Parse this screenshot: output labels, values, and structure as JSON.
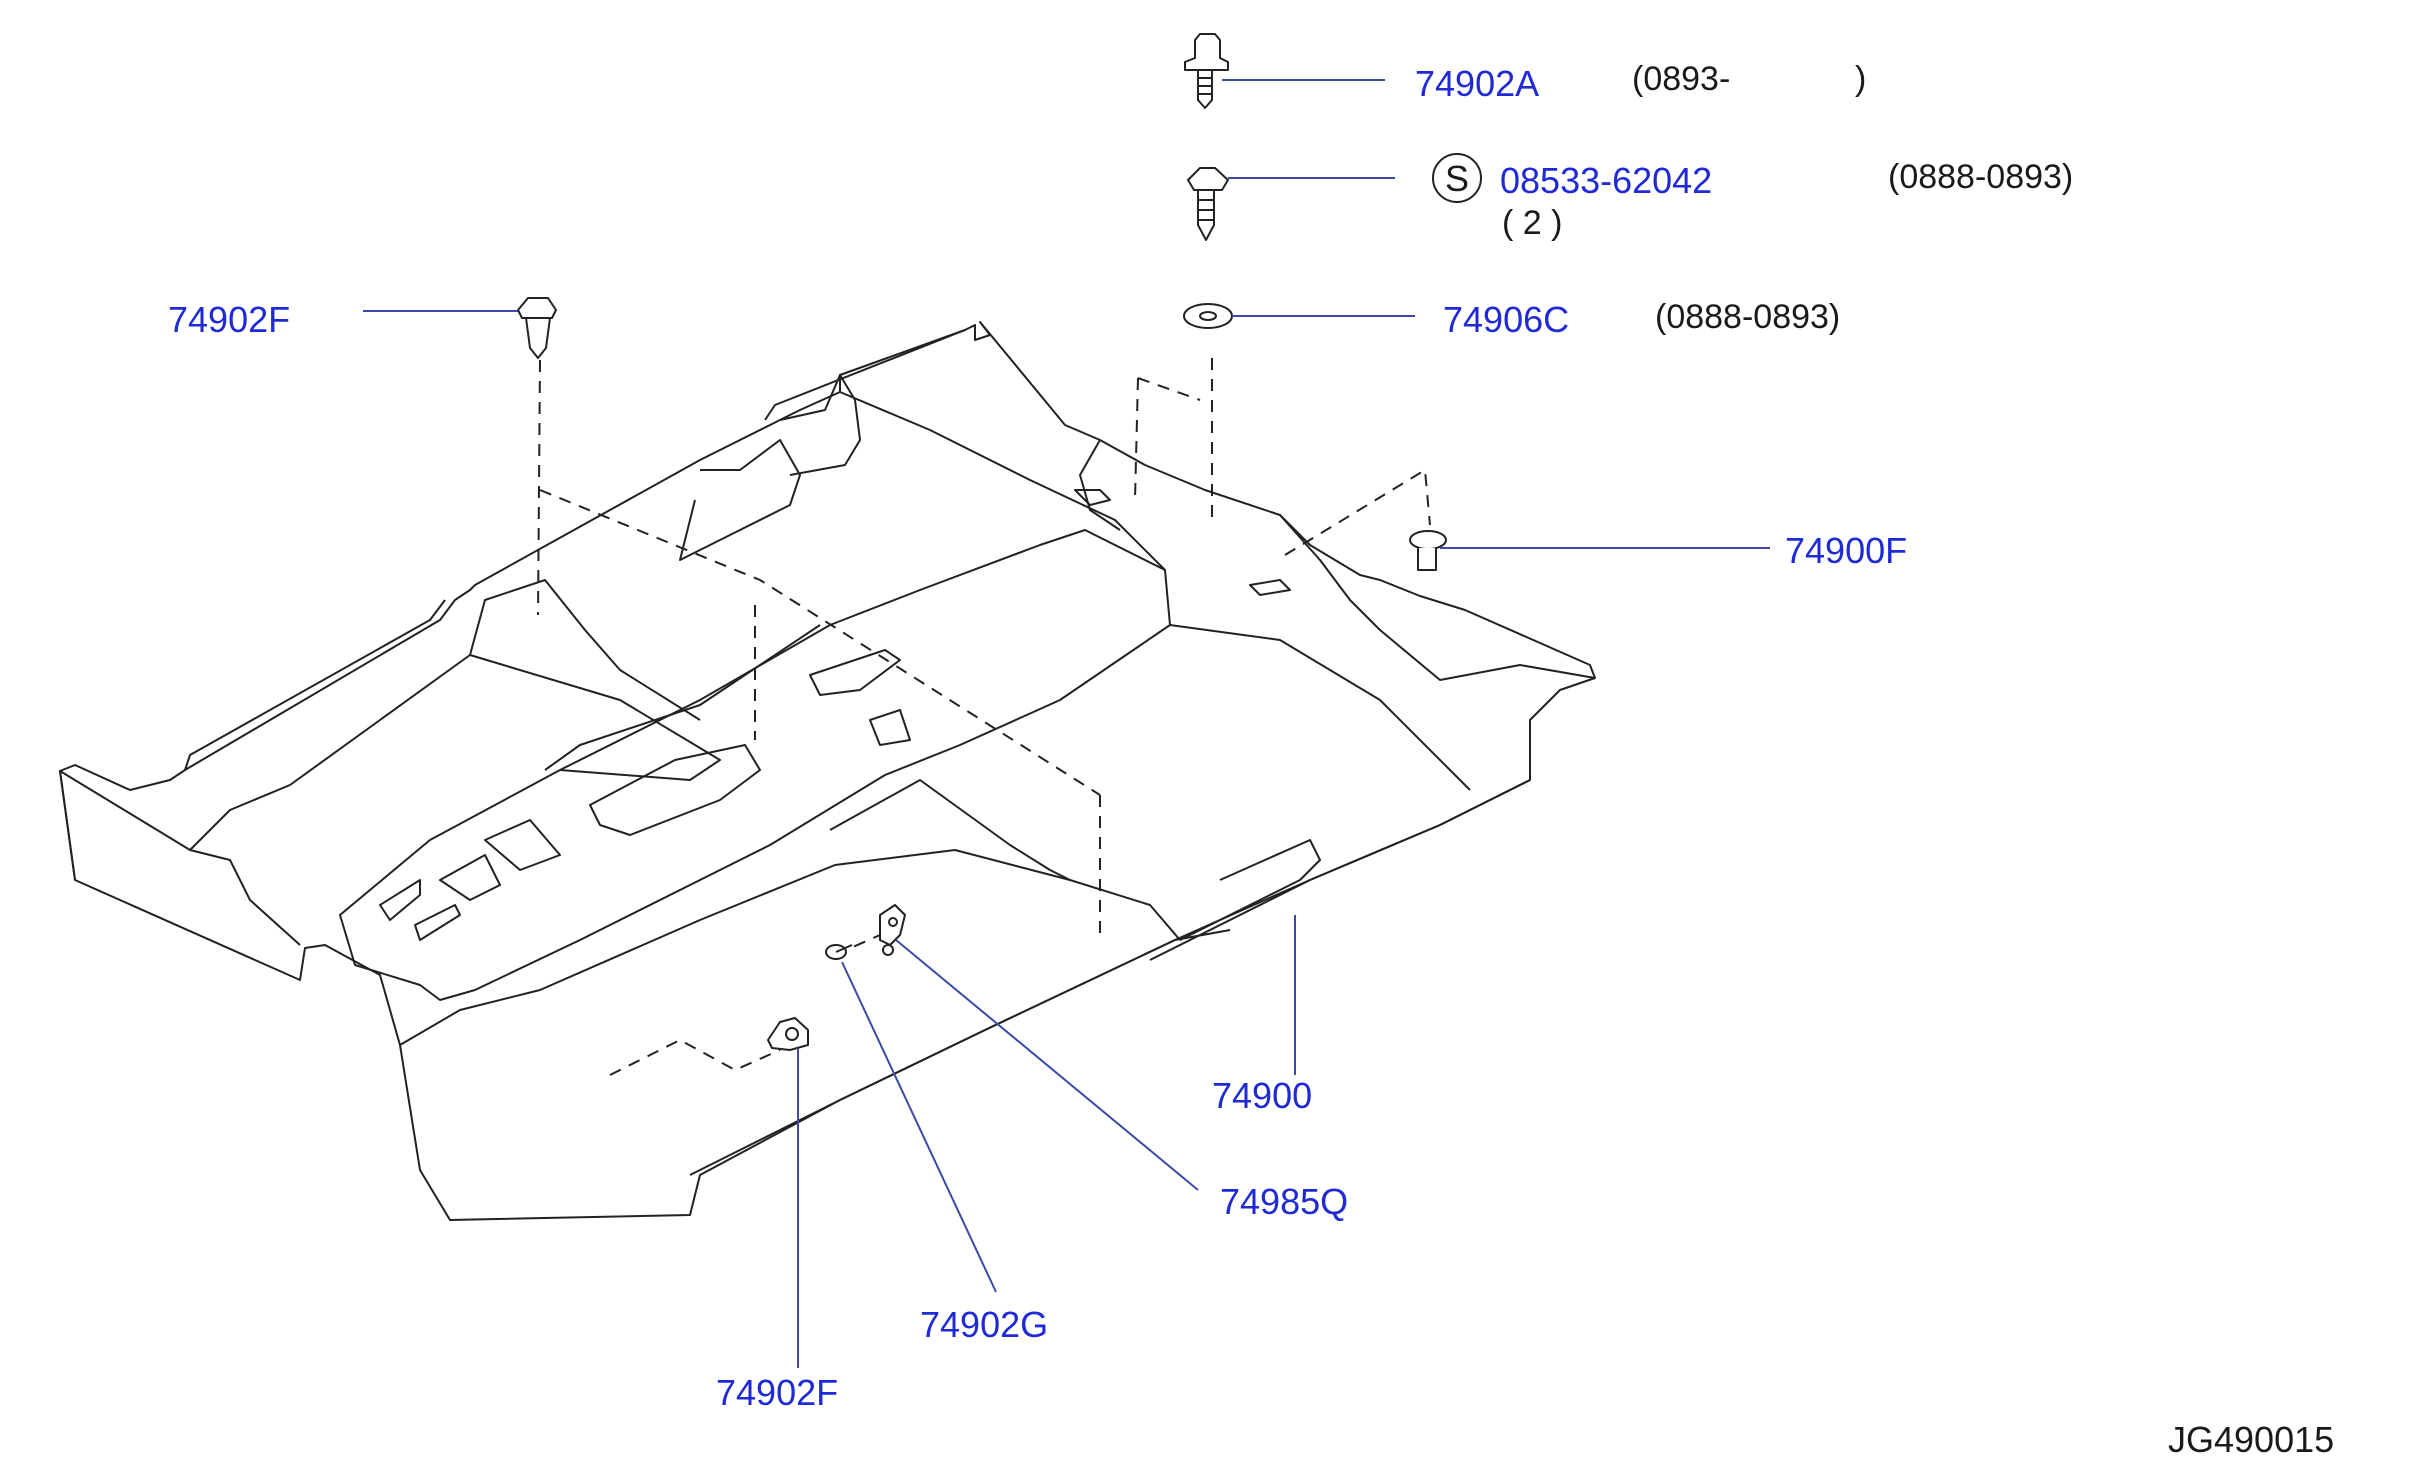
{
  "colors": {
    "label": "#1f2ad6",
    "leader": "#3b4aa8",
    "line": "#222222"
  },
  "labels": {
    "p74902A": "74902A",
    "p08533": "08533-62042",
    "p08533_qty": "(  2  )",
    "s_symbol": "S",
    "p74906C": "74906C",
    "p74902F_top": "74902F",
    "p74900F": "74900F",
    "p74900": "74900",
    "p74985Q": "74985Q",
    "p74902G": "74902G",
    "p74902F_bottom": "74902F"
  },
  "notes": {
    "n74902A_open": "(0893-",
    "n74902A_close": ")",
    "n08533": "(0888-0893)",
    "n74906C": "(0888-0893)"
  },
  "diagram_code": "JG490015"
}
